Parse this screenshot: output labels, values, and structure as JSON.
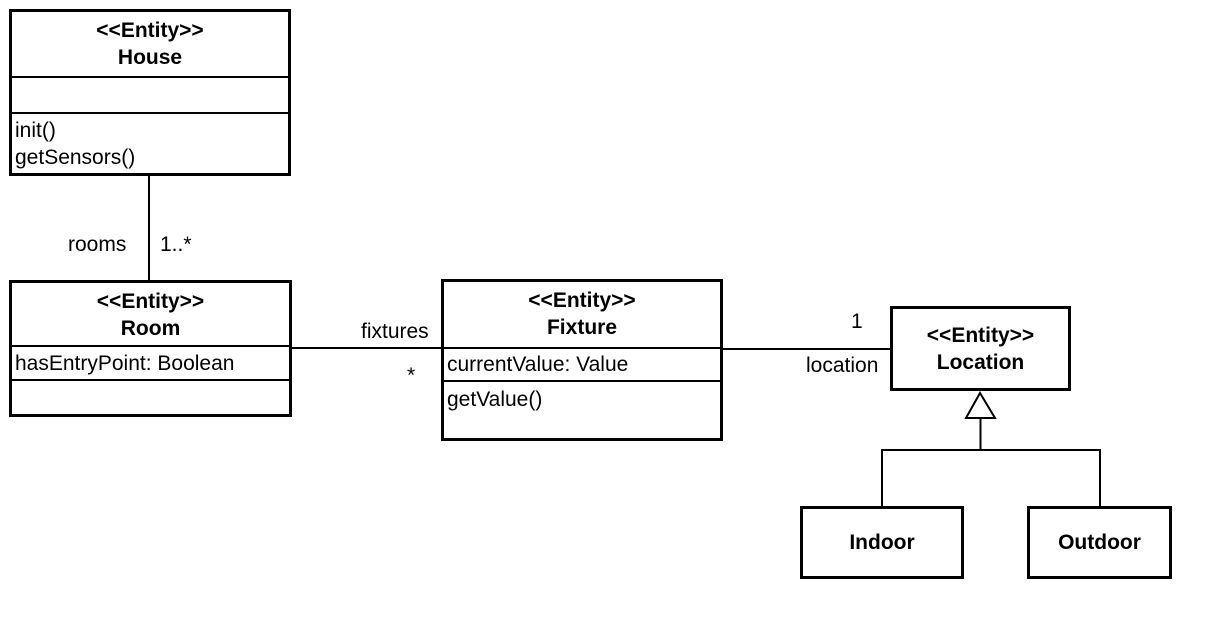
{
  "classes": {
    "house": {
      "stereotype": "<<Entity>>",
      "name": "House",
      "attributes": [],
      "operations": [
        "init()",
        "getSensors()"
      ]
    },
    "room": {
      "stereotype": "<<Entity>>",
      "name": "Room",
      "attributes": [
        "hasEntryPoint: Boolean"
      ],
      "operations": []
    },
    "fixture": {
      "stereotype": "<<Entity>>",
      "name": "Fixture",
      "attributes": [
        "currentValue: Value"
      ],
      "operations": [
        "getValue()"
      ]
    },
    "location": {
      "stereotype": "<<Entity>>",
      "name": "Location"
    },
    "indoor": {
      "name": "Indoor"
    },
    "outdoor": {
      "name": "Outdoor"
    }
  },
  "associations": {
    "house_room": {
      "role": "rooms",
      "multiplicity": "1..*"
    },
    "room_fixture": {
      "role": "fixtures",
      "multiplicity": "*"
    },
    "fixture_location": {
      "role": "location",
      "multiplicity": "1"
    }
  }
}
